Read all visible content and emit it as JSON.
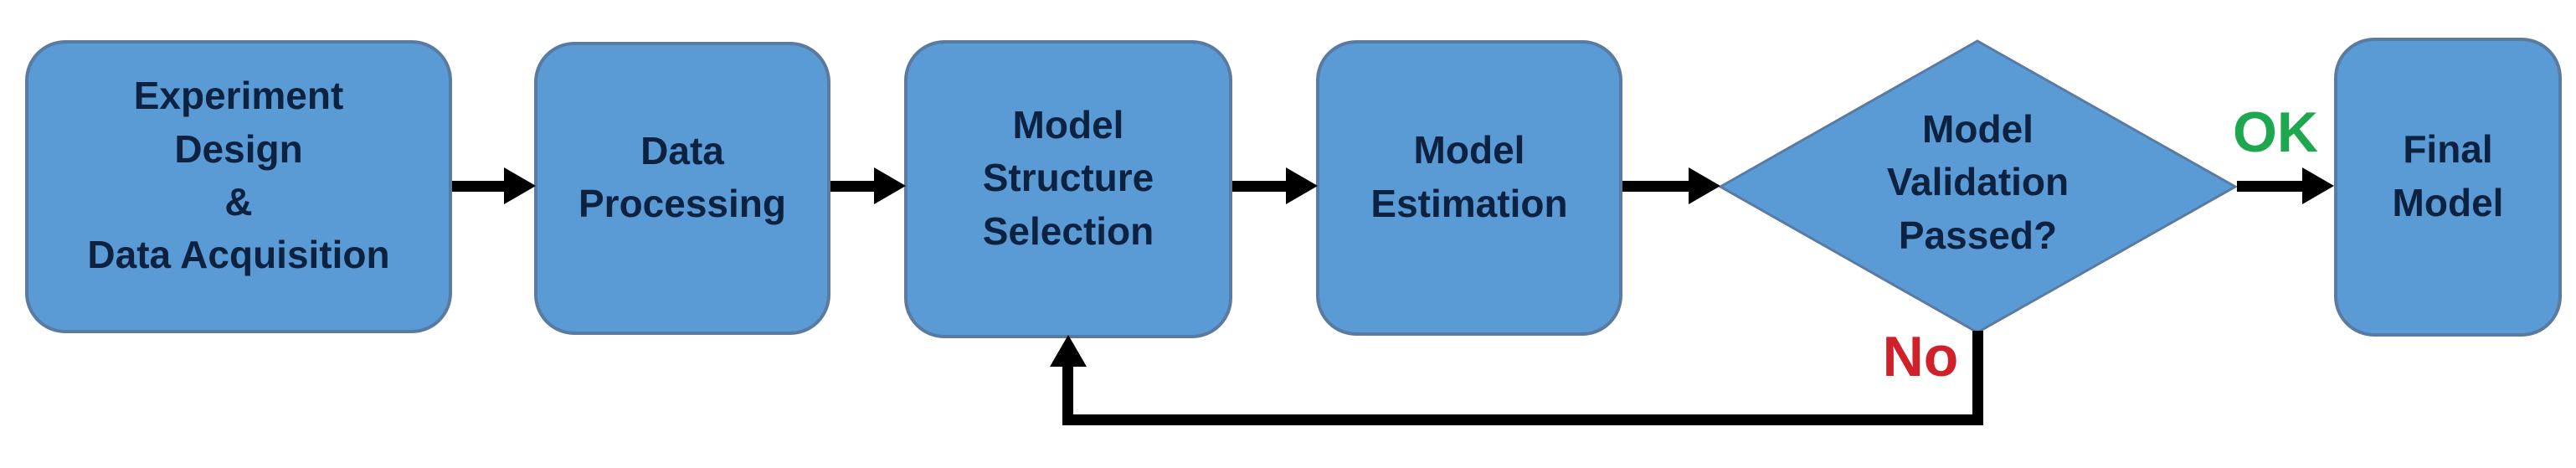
{
  "flowchart": {
    "background_color": "#ffffff",
    "node_fill_color": "#5b9bd5",
    "node_border_color": "#5a7ba1",
    "node_text_color": "#0d2240",
    "arrow_color": "#000000",
    "nodes": [
      {
        "id": "experiment-design",
        "type": "process",
        "label": "Experiment\nDesign\n&\nData Acquisition"
      },
      {
        "id": "data-processing",
        "type": "process",
        "label": "Data\nProcessing"
      },
      {
        "id": "model-structure-selection",
        "type": "process",
        "label": "Model\nStructure\nSelection"
      },
      {
        "id": "model-estimation",
        "type": "process",
        "label": "Model\nEstimation"
      },
      {
        "id": "model-validation",
        "type": "decision",
        "label": "Model\nValidation\nPassed?"
      },
      {
        "id": "final-model",
        "type": "process",
        "label": "Final\nModel"
      }
    ],
    "edges": [
      {
        "from": "experiment-design",
        "to": "data-processing",
        "label": ""
      },
      {
        "from": "data-processing",
        "to": "model-structure-selection",
        "label": ""
      },
      {
        "from": "model-structure-selection",
        "to": "model-estimation",
        "label": ""
      },
      {
        "from": "model-estimation",
        "to": "model-validation",
        "label": ""
      },
      {
        "from": "model-validation",
        "to": "final-model",
        "label": "OK"
      },
      {
        "from": "model-validation",
        "to": "model-structure-selection",
        "label": "No"
      }
    ],
    "labels": {
      "ok": {
        "text": "OK",
        "color": "#1fa750"
      },
      "no": {
        "text": "No",
        "color": "#d0202a"
      }
    }
  }
}
